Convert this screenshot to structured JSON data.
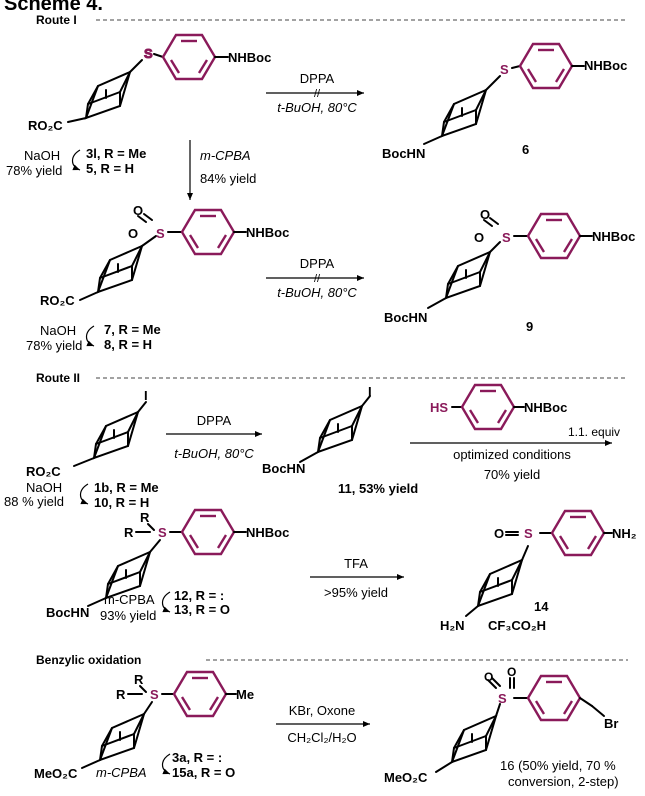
{
  "scheme_title": "Scheme 4.",
  "routes": {
    "route1": "Route I",
    "route2": "Route II",
    "benzylic": "Benzylic oxidation"
  },
  "atoms": {
    "S": "S",
    "O": "O",
    "I": "I",
    "R": "R",
    "HS": "HS",
    "NHBoc": "NHBoc",
    "BocHN": "BocHN",
    "RO2C": "RO₂C",
    "MeO2C": "MeO₂C",
    "NH2": "NH₂",
    "H2N": "H₂N",
    "CF3CO2H": "CF₃CO₂H",
    "Me": "Me",
    "Br": "Br"
  },
  "conditions": {
    "dppa": "DPPA",
    "tbuoh": "t-BuOH, 80°C",
    "blocked": "//",
    "mcpba": "m-CPBA",
    "yield84": "84% yield",
    "naoh": "NaOH",
    "yield78": "78% yield",
    "yield88": "88 % yield",
    "equiv": "1.1. equiv",
    "optimized": "optimized conditions",
    "yield70": "70% yield",
    "tfa": "TFA",
    "yield95": ">95% yield",
    "yield93": "93% yield",
    "kbr": "KBr, Oxone",
    "solvent": "CH₂Cl₂/H₂O"
  },
  "labels": {
    "c3l": "3l, R = Me",
    "c5": "5, R = H",
    "c6": "6",
    "c7": "7, R = Me",
    "c8": "8, R = H",
    "c9": "9",
    "c1b": "1b, R = Me",
    "c10": "10, R = H",
    "c11": "11, 53% yield",
    "c12": "12, R = :",
    "c13": "13, R = O",
    "c14": "14",
    "c3a": "3a, R = :",
    "c15a": "15a, R = O",
    "c16a": "16 (50% yield, 70 %",
    "c16b": "conversion, 2-step)"
  },
  "colors": {
    "aryl_ring": "#8a1a5a",
    "bond": "#000000"
  }
}
